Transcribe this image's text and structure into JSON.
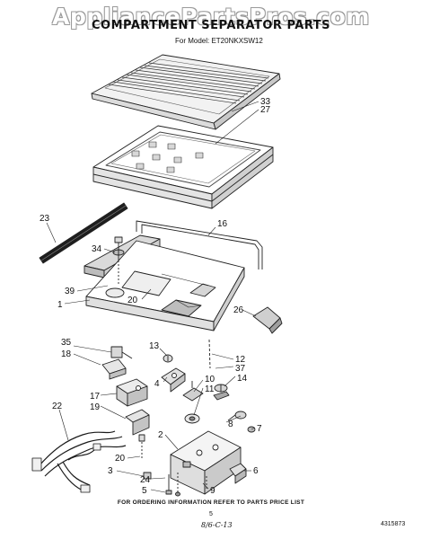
{
  "watermark": "AppliancePartsPros.com",
  "title": "COMPARTMENT SEPARATOR PARTS",
  "model": "For Model: ET20NKXSW12",
  "footer": "FOR ORDERING INFORMATION REFER TO PARTS PRICE LIST",
  "page_number": "5",
  "handwritten_note": "8/6-C-13",
  "document_code": "4315873",
  "callouts": [
    "33",
    "27",
    "23",
    "16",
    "34",
    "39",
    "20",
    "1",
    "26",
    "35",
    "18",
    "13",
    "12",
    "37",
    "14",
    "4",
    "10",
    "11",
    "17",
    "19",
    "22",
    "8",
    "7",
    "2",
    "6",
    "3",
    "24",
    "9",
    "5",
    "20"
  ]
}
